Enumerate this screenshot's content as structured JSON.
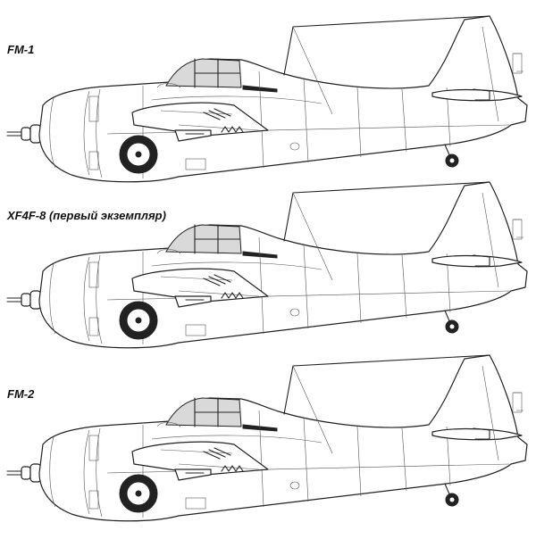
{
  "views": [
    {
      "label": "FM-1"
    },
    {
      "label": "XF4F-8 (первый экземпляр)"
    },
    {
      "label": "FM-2"
    }
  ]
}
